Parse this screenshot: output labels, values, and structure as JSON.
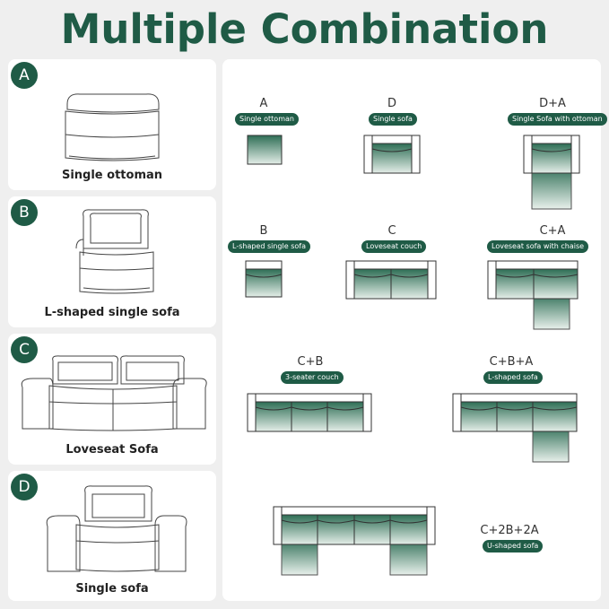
{
  "title": "Multiple Combination",
  "pieces": [
    {
      "letter": "A",
      "name": "Single ottoman"
    },
    {
      "letter": "B",
      "name": "L-shaped single sofa"
    },
    {
      "letter": "C",
      "name": "Loveseat Sofa"
    },
    {
      "letter": "D",
      "name": "Single sofa"
    }
  ],
  "combos": [
    {
      "code": "A",
      "name": "Single ottoman"
    },
    {
      "code": "D",
      "name": "Single sofa"
    },
    {
      "code": "D+A",
      "name": "Single Sofa with ottoman"
    },
    {
      "code": "B",
      "name": "L-shaped single sofa"
    },
    {
      "code": "C",
      "name": "Loveseat couch"
    },
    {
      "code": "C+A",
      "name": "Loveseat sofa with chaise"
    },
    {
      "code": "C+B",
      "name": "3-seater couch"
    },
    {
      "code": "C+B+A",
      "name": "L-shaped sofa"
    },
    {
      "code": "C+2B+2A",
      "name": "U-shaped sofa"
    }
  ],
  "colors": {
    "brand_green": "#1f5b46",
    "seat_gradient_top": "#2e6e55",
    "seat_gradient_bottom": "#e6efe9"
  }
}
